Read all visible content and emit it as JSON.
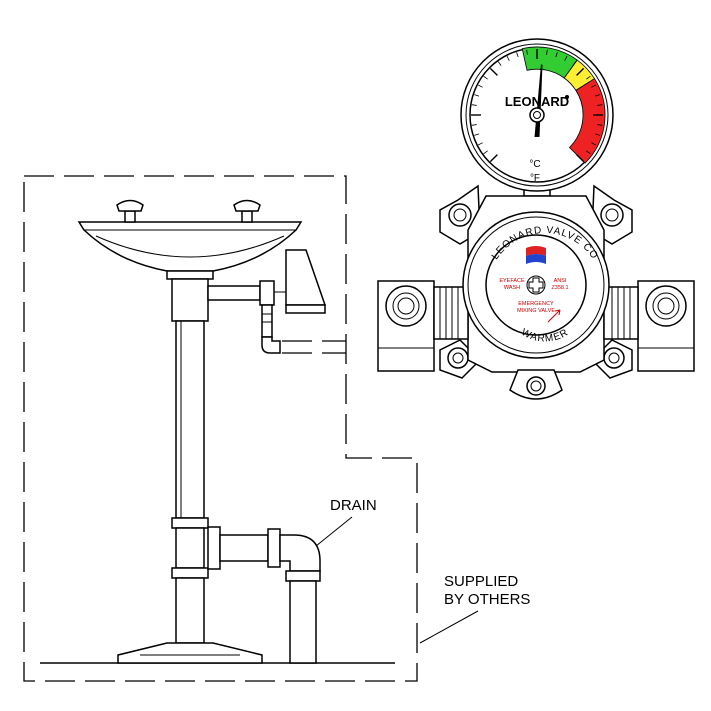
{
  "labels": {
    "drain": "DRAIN",
    "supplied_line1": "SUPPLIED",
    "supplied_line2": "BY OTHERS"
  },
  "gauge": {
    "brand": "LEONARD",
    "unit_c": "°C",
    "unit_f": "°F",
    "zone_colors": {
      "safe": "#33cc33",
      "caution": "#ffee33",
      "danger": "#ee2222"
    }
  },
  "valve": {
    "arc_top": "LEONARD VALVE CO",
    "arc_bottom": "WARMER",
    "left_text_1": "EYEFACE",
    "left_text_2": "WASH",
    "right_text_1": "ANSI",
    "right_text_2": "Z358.1",
    "bottom_text_1": "EMERGENCY",
    "bottom_text_2": "MIXING VALVE",
    "flag_colors": [
      "#dd2222",
      "#2244cc"
    ]
  }
}
